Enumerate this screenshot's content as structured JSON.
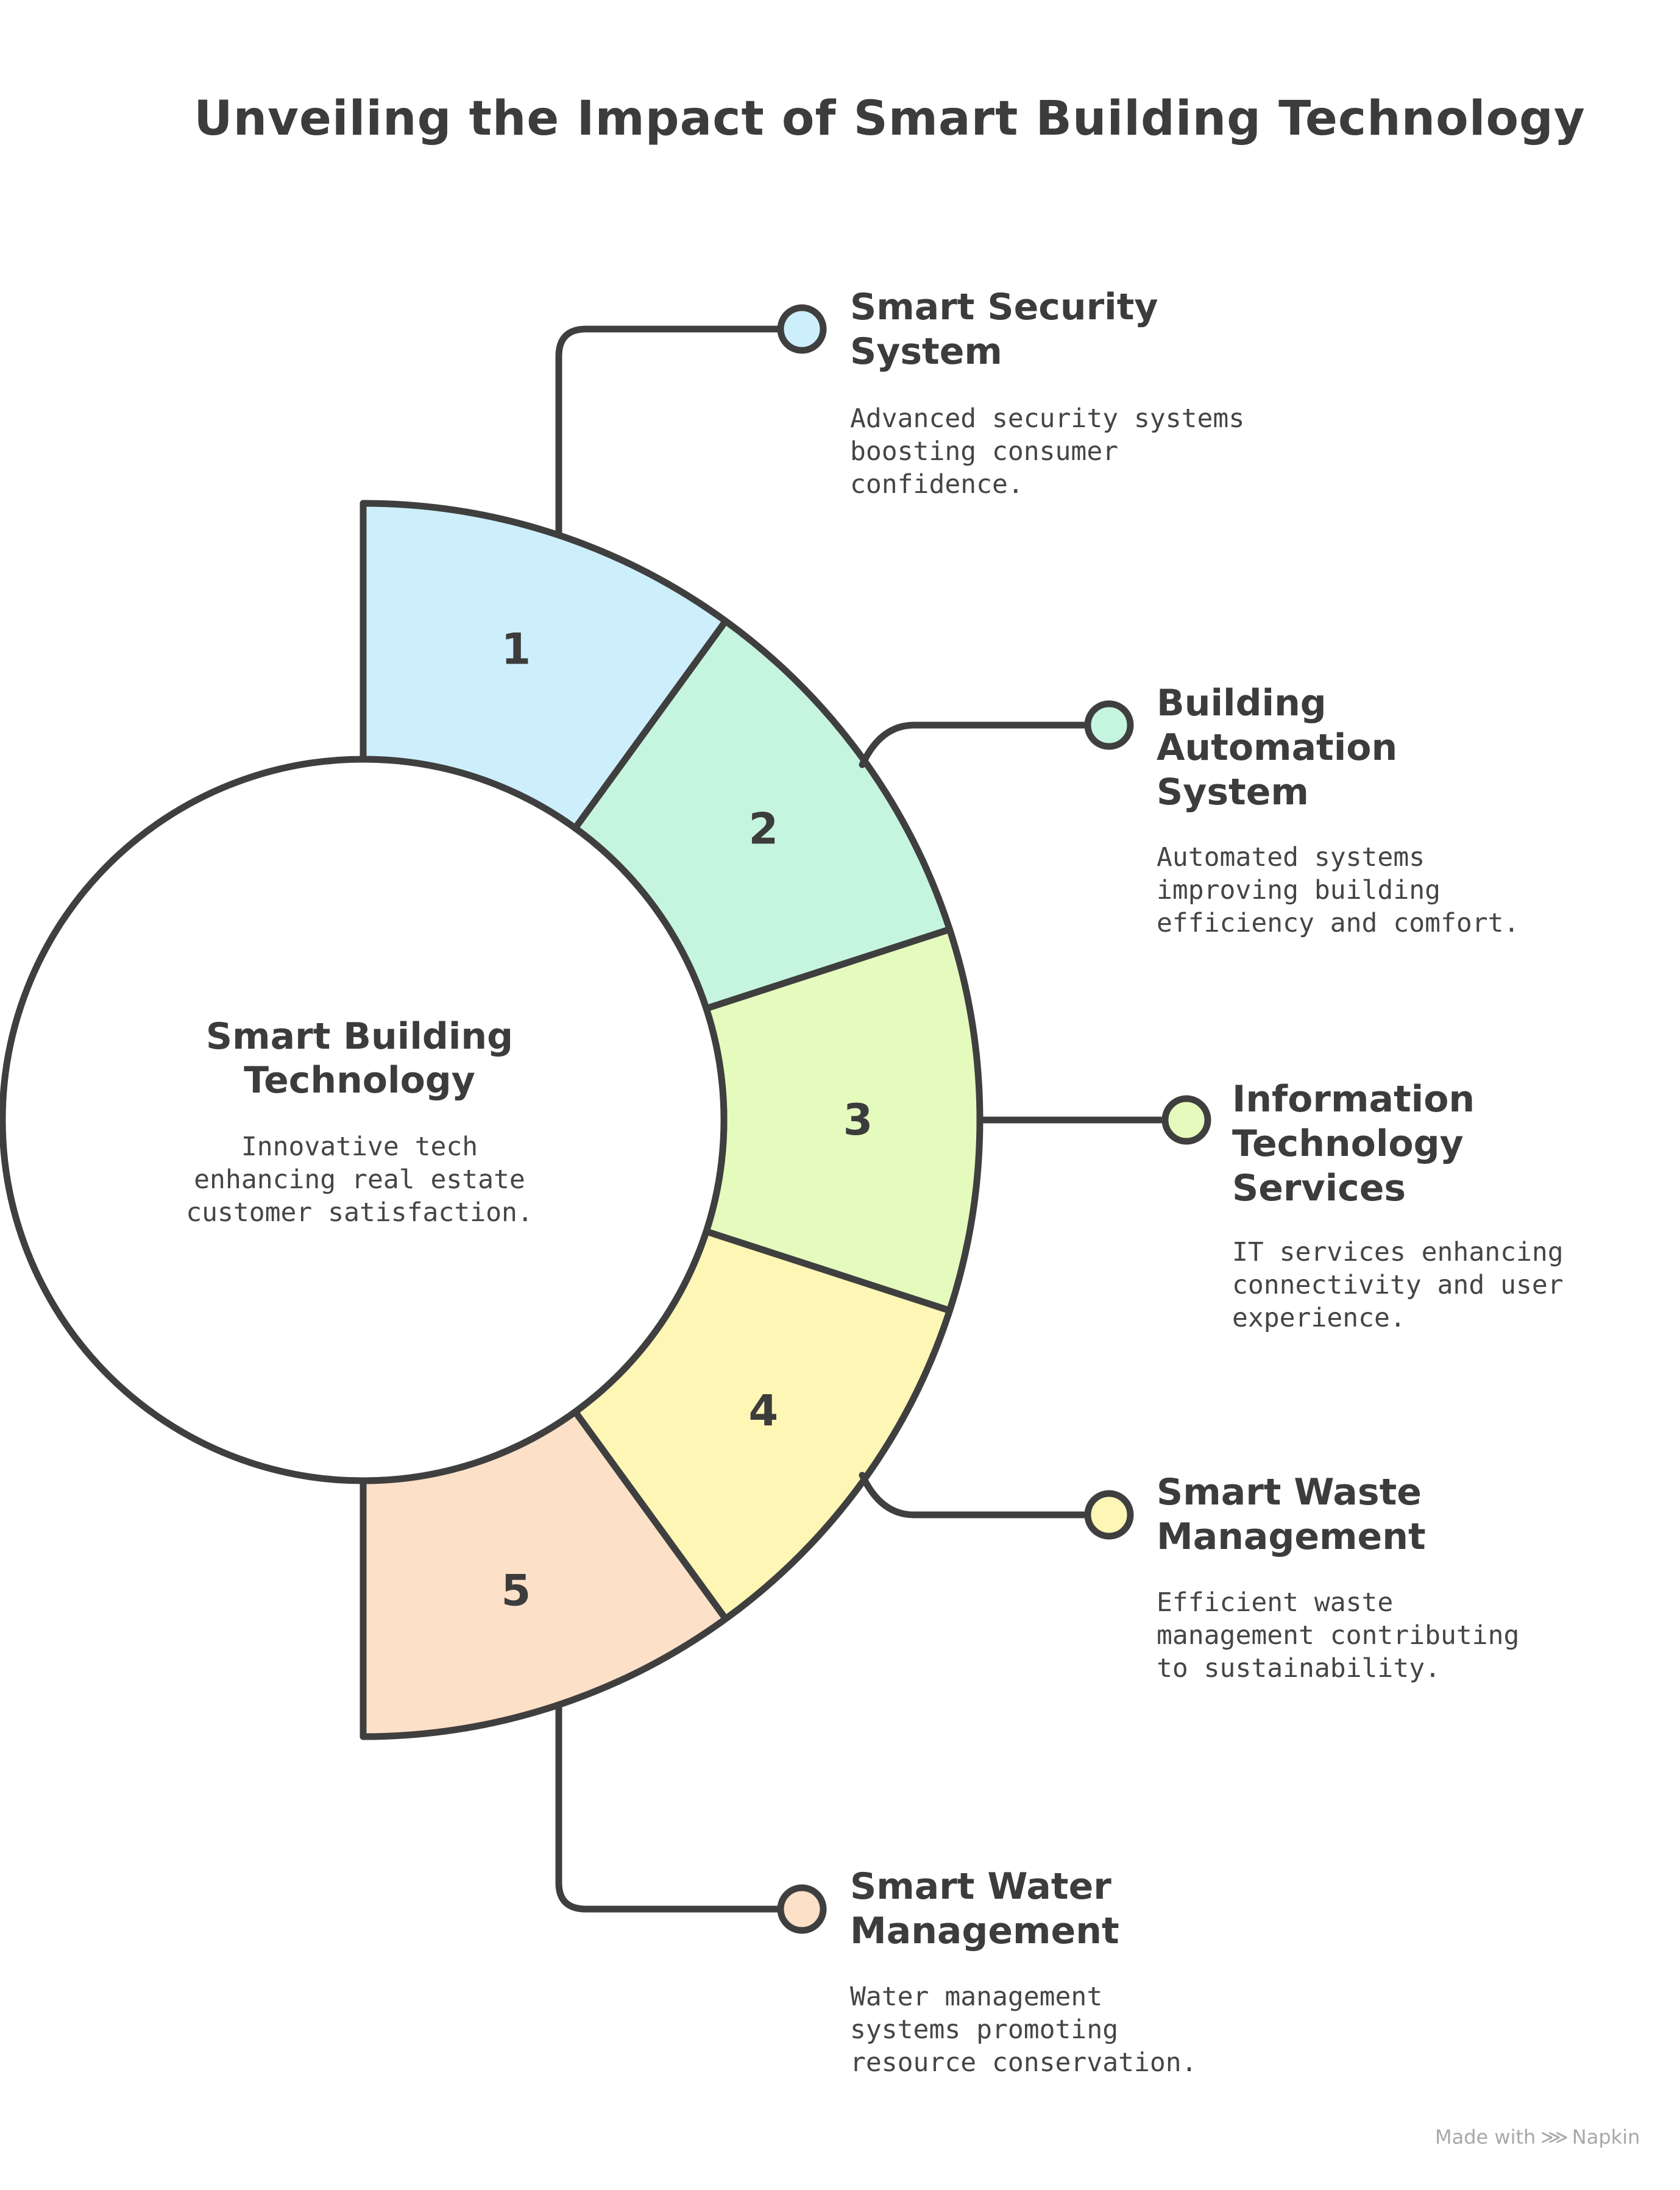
{
  "title": "Unveiling the Impact of Smart Building Technology",
  "center": {
    "title_line1": "Smart Building",
    "title_line2": "Technology",
    "desc_line1": "Innovative tech",
    "desc_line2": "enhancing real estate",
    "desc_line3": "customer satisfaction."
  },
  "items": [
    {
      "number": "1",
      "color": "#cdeffc",
      "title_lines": [
        "Smart Security",
        "System"
      ],
      "desc_lines": [
        "Advanced security systems",
        "boosting consumer",
        "confidence."
      ]
    },
    {
      "number": "2",
      "color": "#c6f5df",
      "title_lines": [
        "Building",
        "Automation",
        "System"
      ],
      "desc_lines": [
        "Automated systems",
        "improving building",
        "efficiency and comfort."
      ]
    },
    {
      "number": "3",
      "color": "#e4fbbd",
      "title_lines": [
        "Information",
        "Technology",
        "Services"
      ],
      "desc_lines": [
        "IT services enhancing",
        "connectivity and user",
        "experience."
      ]
    },
    {
      "number": "4",
      "color": "#fdf6b5",
      "title_lines": [
        "Smart Waste",
        "Management"
      ],
      "desc_lines": [
        "Efficient waste",
        "management contributing",
        "to sustainability."
      ]
    },
    {
      "number": "5",
      "color": "#fde0c8",
      "title_lines": [
        "Smart Water",
        "Management"
      ],
      "desc_lines": [
        "Water management",
        "systems promoting",
        "resource conservation."
      ]
    }
  ],
  "footer": {
    "made_with": "Made with",
    "brand": "Napkin",
    "icon": "napkin-logo-icon"
  },
  "colors": {
    "stroke": "#3f3f3f",
    "text": "#3c3c3c",
    "background": "#ffffff"
  }
}
